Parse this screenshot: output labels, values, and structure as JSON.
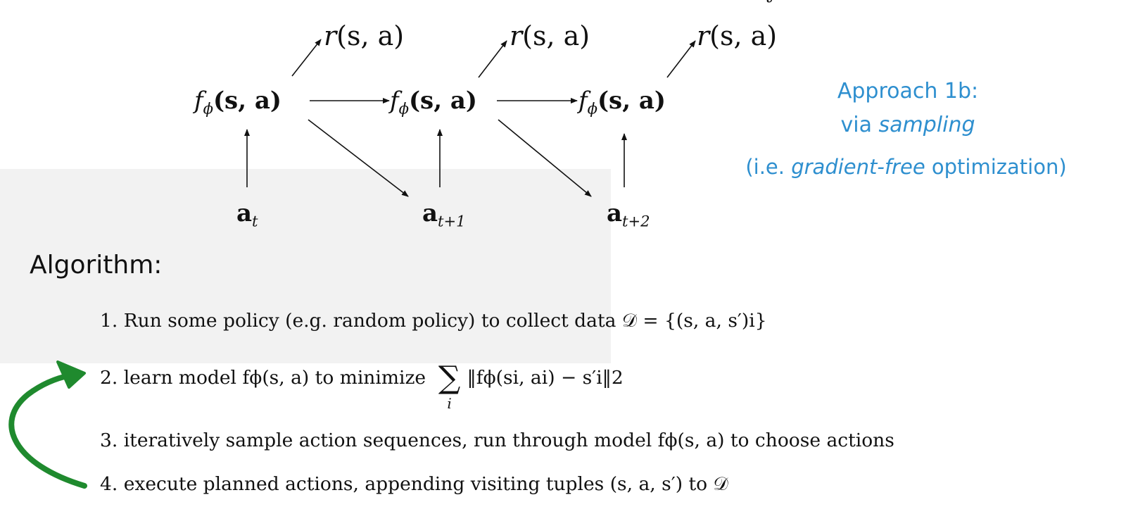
{
  "diagram": {
    "reward_nodes": [
      {
        "func": "r",
        "args": "(s, a)"
      },
      {
        "func": "r",
        "args": "(s, a)"
      },
      {
        "func": "r",
        "args": "(s, a)"
      }
    ],
    "model_nodes": [
      {
        "func": "f",
        "sub": "ϕ",
        "args": "(s, a)"
      },
      {
        "func": "f",
        "sub": "ϕ",
        "args": "(s, a)"
      },
      {
        "func": "f",
        "sub": "ϕ",
        "args": "(s, a)"
      }
    ],
    "action_nodes": [
      {
        "symbol": "a",
        "sub": "t"
      },
      {
        "symbol": "a",
        "sub": "t+1"
      },
      {
        "symbol": "a",
        "sub": "t+2"
      }
    ],
    "top_fragment": "t",
    "colors": {
      "ink": "#111111",
      "panel": "#f2f2f2",
      "accent_blue": "#2e8fcf",
      "arrow_green": "#1f8a2e"
    }
  },
  "approach": {
    "title": "Approach 1b:",
    "line2_prefix": "via ",
    "line2_emph": "sampling",
    "line3_prefix": "(i.e. ",
    "line3_emph": "gradient-free",
    "line3_suffix": " optimization)"
  },
  "algorithm": {
    "title": "Algorithm:",
    "steps": [
      {
        "text": "1. Run some policy (e.g. random policy) to collect data ",
        "formula": "𝒟 = {(s, a, s′)i}"
      },
      {
        "text_a": "2. learn model ",
        "model": "fϕ(s, a)",
        "text_b": " to minimize ",
        "sum": "∑",
        "sum_index": "i",
        "norm": "‖fϕ(si, ai) − s′i‖2"
      },
      {
        "text_a": "3. iteratively sample action sequences, run through model ",
        "model": "fϕ(s, a)",
        "text_b": " to choose actions"
      },
      {
        "text_a": "4. execute planned actions, appending visiting tuples ",
        "tuple": "(s, a, s′)",
        "text_b": " to ",
        "dataset": "𝒟"
      }
    ]
  }
}
